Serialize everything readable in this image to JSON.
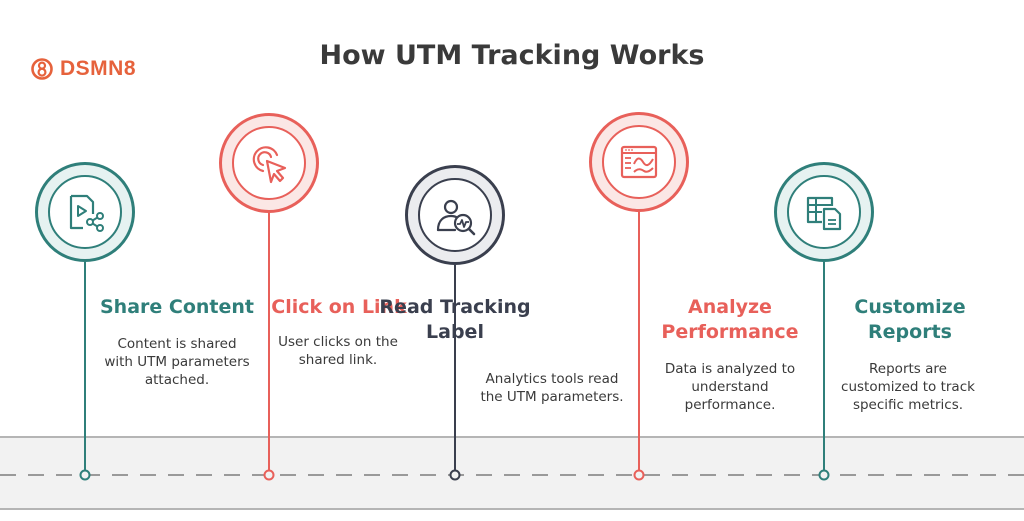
{
  "logo": {
    "text": "DSMN8",
    "icon": "dsmn8-logo-icon",
    "color": "#e6623c"
  },
  "title": "How UTM Tracking Works",
  "colors": {
    "teal": "#2f7f7a",
    "red": "#e8605a",
    "dark": "#3a3f4e",
    "teal_fill": "#e6f2f1",
    "red_fill": "#fbe7e5",
    "dark_fill": "#ebecef"
  },
  "steps": [
    {
      "id": "share",
      "title_lines": [
        "Share Content"
      ],
      "desc_lines": [
        "Content is shared",
        "with UTM parameters",
        "attached."
      ],
      "icon": "share-video-icon",
      "color": "teal"
    },
    {
      "id": "click",
      "title_lines": [
        "Click on Link"
      ],
      "desc_lines": [
        "User clicks on the",
        "shared link."
      ],
      "icon": "cursor-click-icon",
      "color": "red"
    },
    {
      "id": "read",
      "title_lines": [
        "Read Tracking",
        "Label"
      ],
      "desc_lines": [
        "Analytics tools read",
        "the UTM parameters."
      ],
      "icon": "user-analytics-icon",
      "color": "dark"
    },
    {
      "id": "analyze",
      "title_lines": [
        "Analyze",
        "Performance"
      ],
      "desc_lines": [
        "Data is analyzed to",
        "understand",
        "performance."
      ],
      "icon": "dashboard-chart-icon",
      "color": "red"
    },
    {
      "id": "customize",
      "title_lines": [
        "Customize",
        "Reports"
      ],
      "desc_lines": [
        "Reports are",
        "customized to track",
        "specific metrics."
      ],
      "icon": "table-report-icon",
      "color": "teal"
    }
  ]
}
